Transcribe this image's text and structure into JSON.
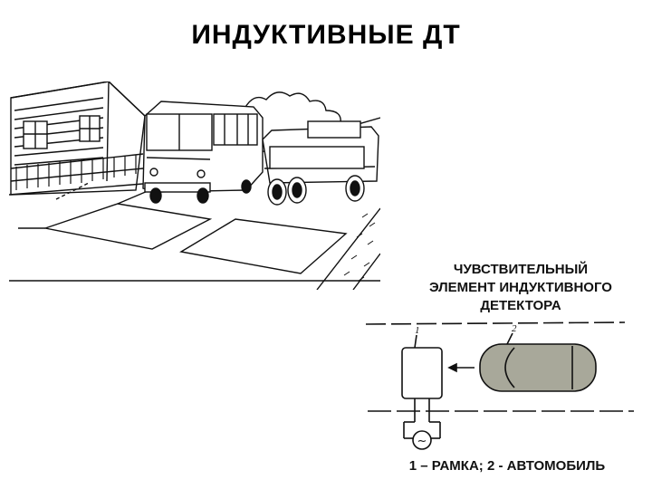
{
  "slide": {
    "title": "ИНДУКТИВНЫЕ ДТ"
  },
  "scene": {
    "description_icons": [
      "house-icon",
      "bus-icon",
      "truck-icon",
      "inductive-loop-icon"
    ]
  },
  "caption": {
    "line1": "ЧУВСТВИТЕЛЬНЫЙ",
    "line2": "ЭЛЕМЕНТ ИНДУКТИВНОГО",
    "line3": "ДЕТЕКТОРА"
  },
  "diagram": {
    "label_frame": "1",
    "label_car": "2",
    "generator_symbol": "~"
  },
  "legend": {
    "text": "1 – РАМКА; 2 - АВТОМОБИЛЬ"
  }
}
